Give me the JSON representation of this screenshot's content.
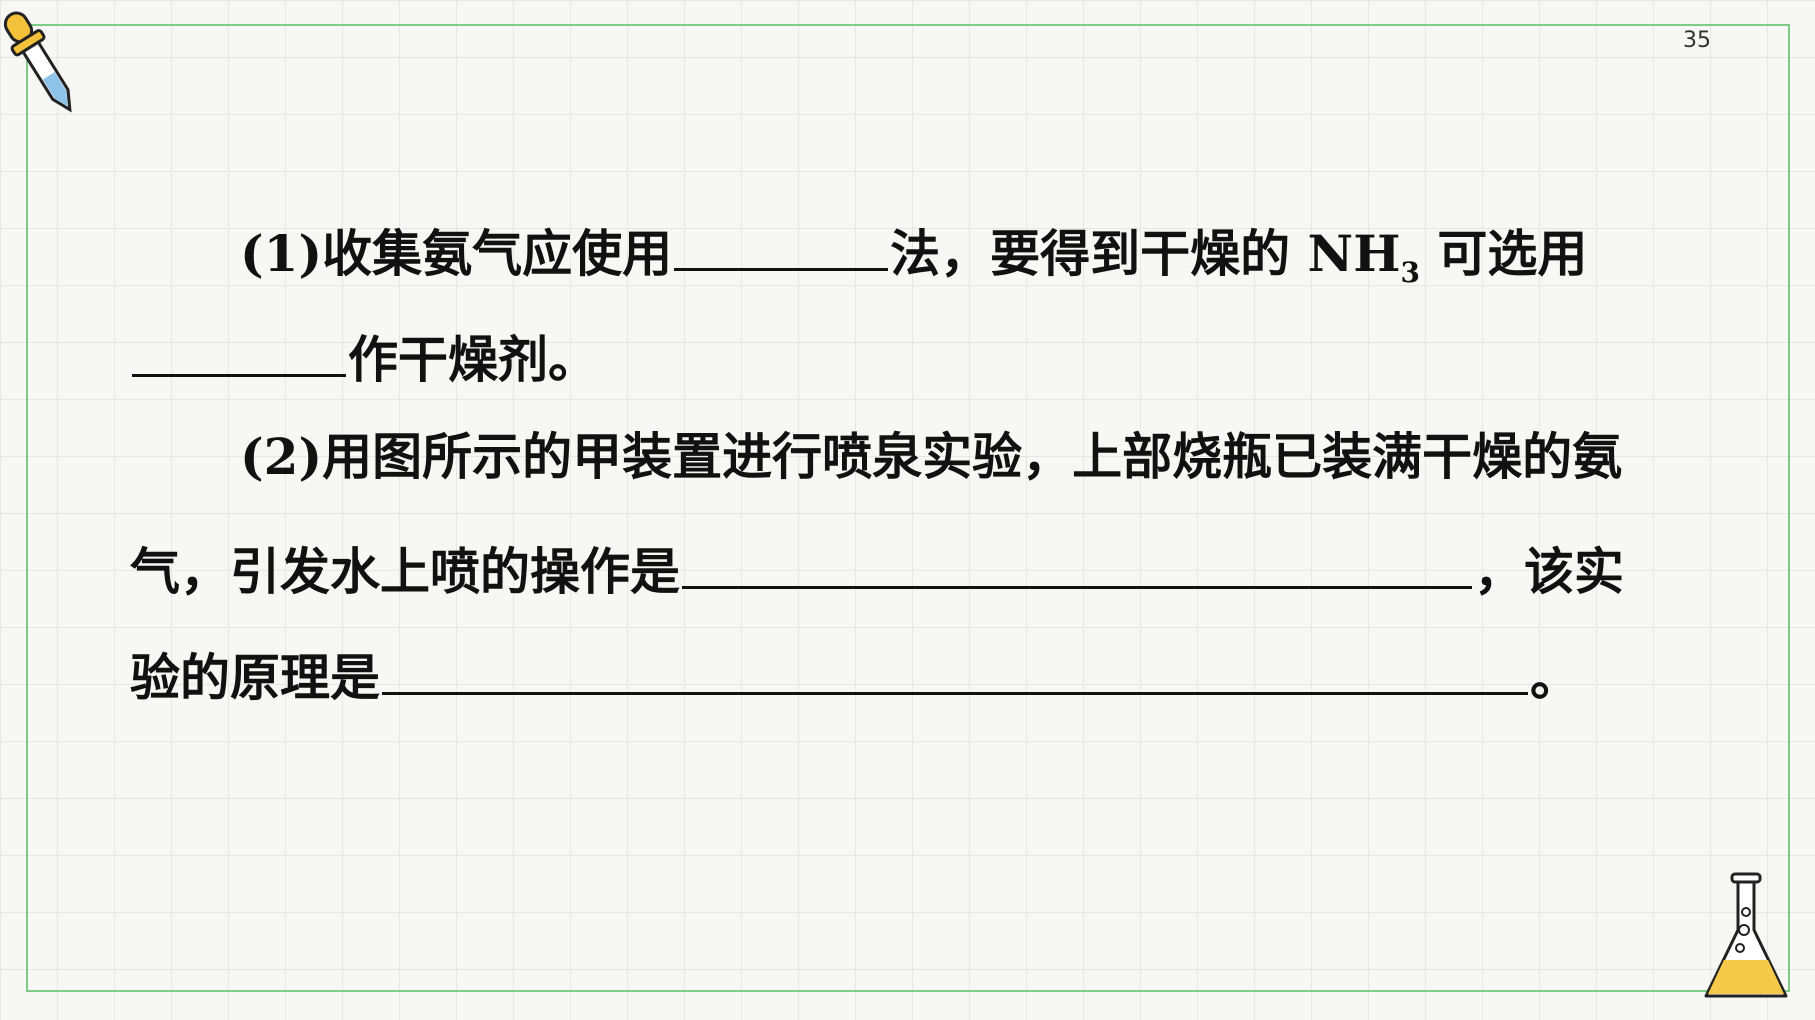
{
  "page": {
    "number": "35"
  },
  "icons": {
    "top_left": "dropper-icon",
    "bottom_right": "flask-icon"
  },
  "colors": {
    "frame": "#7fcb85",
    "dropper_cap": "#f3c13a",
    "liquid": "#f5c94a"
  },
  "question": {
    "q1": {
      "prefix": "(1)收集氨气应使用",
      "mid": "法，要得到干燥的 NH",
      "sub": "3",
      "end": " 可选用",
      "tail": "作干燥剂。"
    },
    "q2": {
      "line1": "(2)用图所示的甲装置进行喷泉实验，上部烧瓶已装满干燥的氨",
      "line2_prefix": "气，引发水上喷的操作是",
      "line2_suffix": "，该实",
      "line3_prefix": "验的原理是",
      "line3_suffix": "。"
    }
  }
}
